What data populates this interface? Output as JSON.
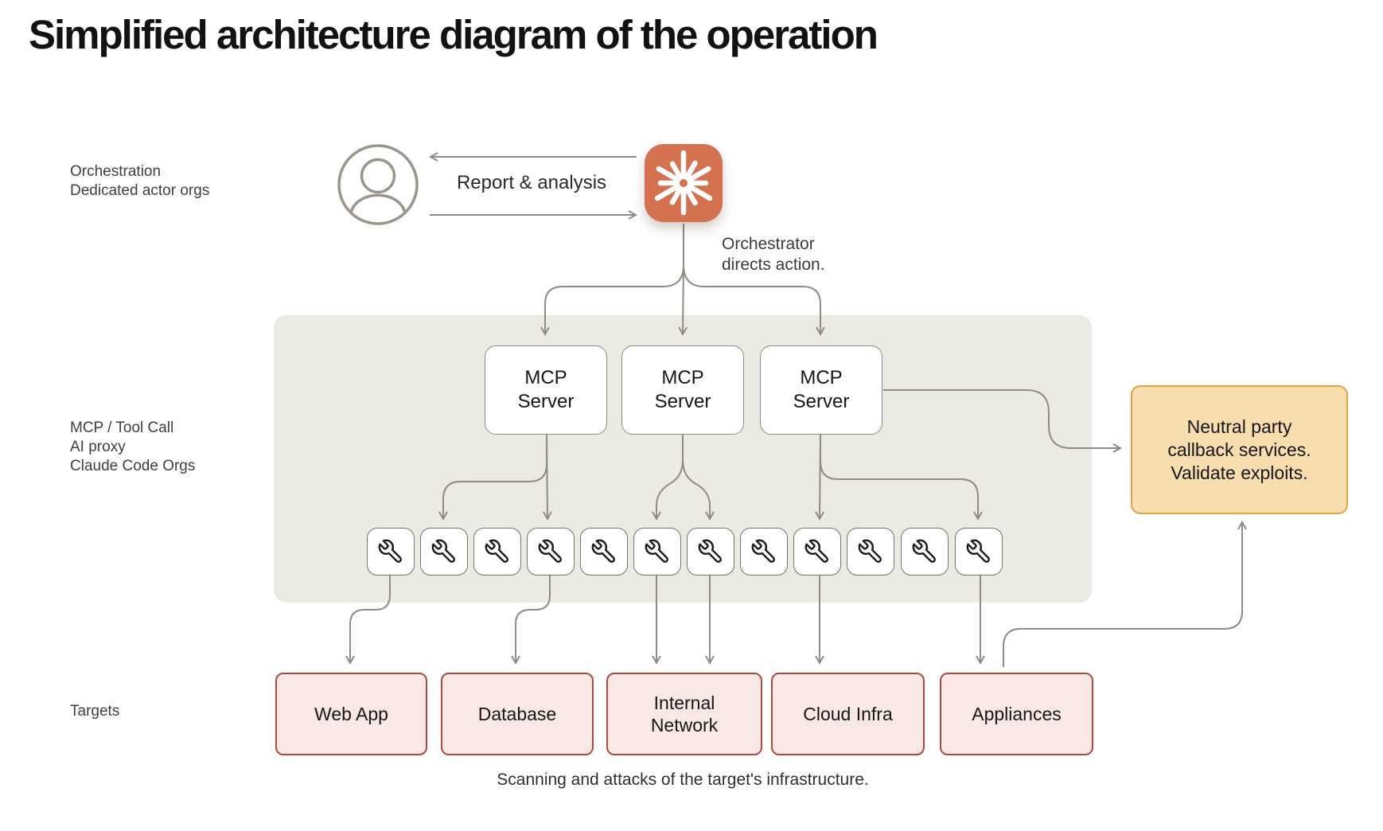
{
  "title": "Simplified architecture diagram of the operation",
  "row_labels": {
    "orchestration": {
      "lines": [
        "Orchestration",
        "Dedicated actor orgs"
      ]
    },
    "mcp": {
      "lines": [
        "MCP / Tool Call",
        "AI proxy",
        "Claude Code Orgs"
      ]
    },
    "targets": {
      "lines": [
        "Targets"
      ]
    }
  },
  "orchestration": {
    "report_label": "Report & analysis",
    "note_lines": [
      "Orchestrator",
      "directs action."
    ],
    "actor_icon": "user-avatar-icon",
    "orchestrator_icon": "claude-spark-icon"
  },
  "mcp_servers": [
    {
      "label_lines": [
        "MCP",
        "Server"
      ]
    },
    {
      "label_lines": [
        "MCP",
        "Server"
      ]
    },
    {
      "label_lines": [
        "MCP",
        "Server"
      ]
    }
  ],
  "tools": {
    "icon": "wrench-icon",
    "count": 12
  },
  "callback_box": {
    "lines": [
      "Neutral party",
      "callback services.",
      "Validate exploits."
    ]
  },
  "targets": [
    {
      "label": "Web App"
    },
    {
      "label": "Database"
    },
    {
      "label": "Internal Network"
    },
    {
      "label": "Cloud Infra"
    },
    {
      "label": "Appliances"
    }
  ],
  "caption": "Scanning and attacks of the target's infrastructure.",
  "colors": {
    "accent_orange": "#d4714f",
    "panel_gray": "#ebeae3",
    "arrow_gray": "#8e8c85",
    "callback_fill": "#f8ddae",
    "callback_border": "#e2a243",
    "target_fill": "#f9e8e6",
    "target_border": "#ad4a3d",
    "text_dark": "#161616"
  }
}
